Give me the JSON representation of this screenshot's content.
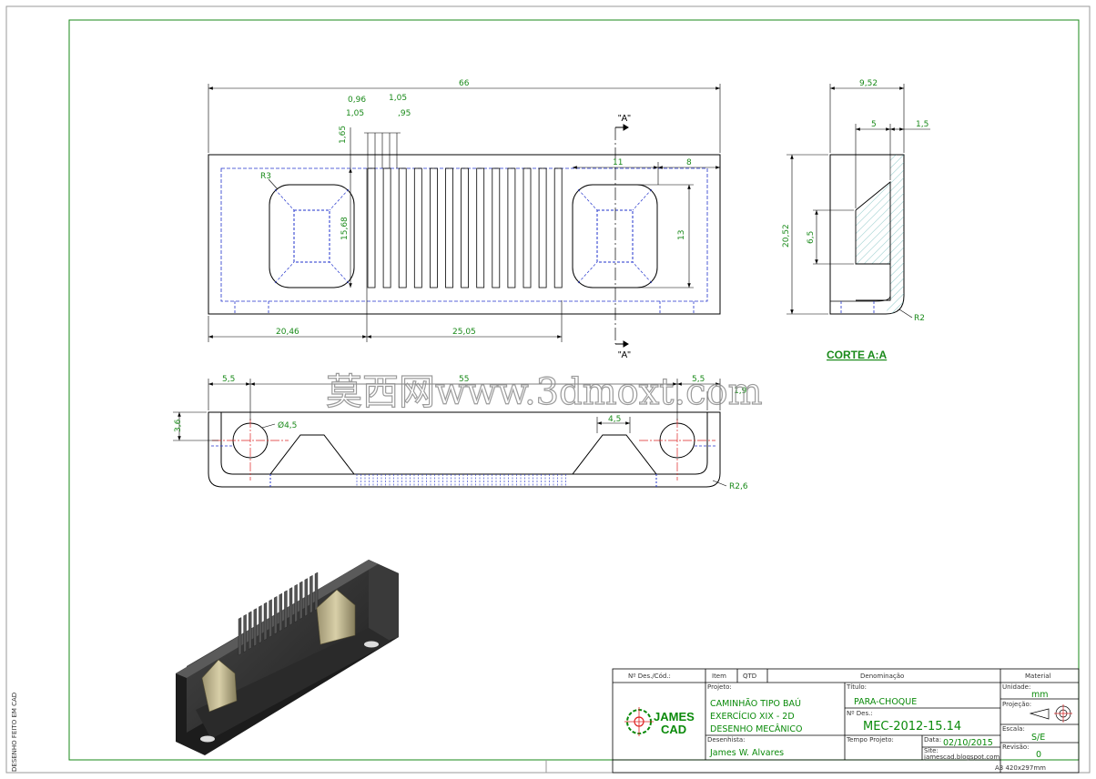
{
  "sheet": {
    "side_note": "DESENHO FEITO EM CAD",
    "paper_size": "A3  420x297mm"
  },
  "front_view": {
    "overall_length": "66",
    "slot_width_a": "0,96",
    "slot_width_b": "1,05",
    "slot_gap_a": "1,05",
    "slot_gap_b": ",95",
    "slot_offset": "1,65",
    "radius": "R3",
    "height_slots": "15,68",
    "pocket_width": "11",
    "pocket_edge": "8",
    "pocket_height": "13",
    "dist_left": "20,46",
    "dist_mid": "25,05",
    "section_label": "\"A\""
  },
  "side_view": {
    "width": "9,52",
    "depth_a": "5",
    "depth_b": "1,5",
    "height": "20,52",
    "inner_height": "6,5",
    "radius": "R2",
    "section_title": "CORTE A:A"
  },
  "top_view": {
    "left_offset": "5,5",
    "center_length": "55",
    "right_offset": "5,5",
    "wall": "1,9",
    "height": "3,6",
    "hole": "Ø4,5",
    "boss_width": "4,5",
    "radius": "R2,6"
  },
  "watermark": "莫西网www.3dmoxt.com",
  "title_block": {
    "col_num_label": "Nº Des./Cód.:",
    "col_item": "Item",
    "col_qtd": "QTD",
    "col_denominacao": "Denominação",
    "col_material": "Material",
    "projeto_label": "Projeto:",
    "projeto_lines": [
      "CAMINHÃO TIPO BAÚ",
      "EXERCÍCIO XIX - 2D",
      "DESENHO MECÂNICO"
    ],
    "titulo_label": "Título:",
    "titulo": "PARA-CHOQUE",
    "num_des_label": "Nº Des.:",
    "num_des": "MEC-2012-15.14",
    "unidade_label": "Unidade:",
    "unidade": "mm",
    "projecao_label": "Projeção:",
    "escala_label": "Escala:",
    "escala": "S/E",
    "revisao_label": "Revisão:",
    "revisao": "0",
    "desenhista_label": "Desenhista:",
    "desenhista": "James W. Alvares",
    "tempo_label": "Tempo Projeto:",
    "data_label": "Data:",
    "data": "02/10/2015",
    "site_label": "Site:",
    "site": "jamescad.blogspot.com",
    "logo_line1": "JAMES",
    "logo_line2": "CAD"
  },
  "colors": {
    "dimension": "#1a8a1a",
    "hidden_line": "#2233cc",
    "centerline": "#dd2222",
    "frame": "#1a8a1a",
    "model": "#2b2b2b"
  }
}
